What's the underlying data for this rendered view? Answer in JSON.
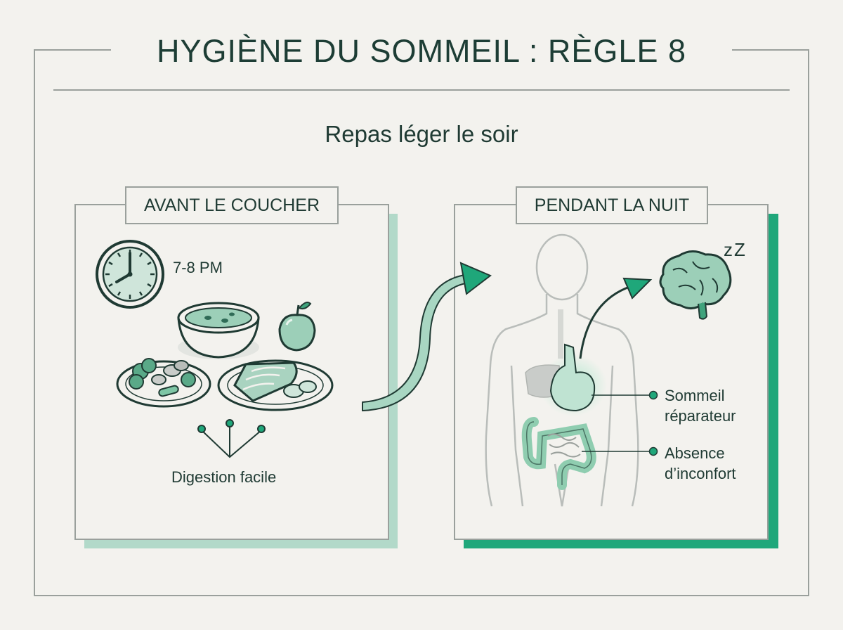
{
  "title": "HYGIÈNE DU SOMMEIL : RÈGLE 8",
  "subtitle": "Repas léger le soir",
  "panels": {
    "before": {
      "label": "AVANT LE COUCHER",
      "time": "7-8 PM",
      "caption": "Digestion facile"
    },
    "after": {
      "label": "PENDANT LA NUIT",
      "sleep_symbol": "zZ",
      "benefits": [
        {
          "line1": "Sommeil",
          "line2": "réparateur"
        },
        {
          "line1": "Absence",
          "line2": "d’inconfort"
        }
      ]
    }
  },
  "colors": {
    "accent": "#1fa77a",
    "accent_light": "#b2d9c9",
    "ink": "#1f3a33",
    "frame": "#9aa09c",
    "background": "#f3f2ee"
  },
  "icons": [
    "clock-icon",
    "soup-bowl-icon",
    "apple-icon",
    "vegetable-plate-icon",
    "salmon-plate-icon",
    "flow-arrow-icon",
    "body-silhouette-icon",
    "stomach-icon",
    "intestine-icon",
    "brain-icon",
    "sleep-zz-icon"
  ]
}
